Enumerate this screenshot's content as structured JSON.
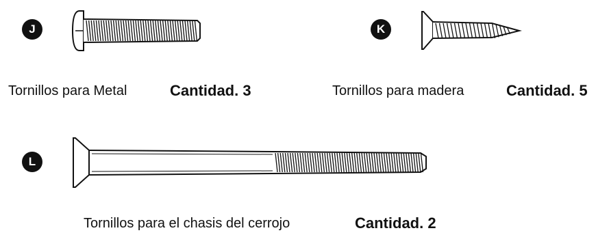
{
  "items": [
    {
      "letter": "J",
      "icon": "machine-screw-pan-head-icon",
      "caption": "Tornillos para Metal",
      "quantity": "Cantidad. 3"
    },
    {
      "letter": "K",
      "icon": "wood-screw-flat-head-icon",
      "caption": "Tornillos para madera",
      "quantity": "Cantidad. 5"
    },
    {
      "letter": "L",
      "icon": "long-flat-head-bolt-icon",
      "caption": "Tornillos para el chasis del cerrojo",
      "quantity": "Cantidad. 2"
    }
  ],
  "colors": {
    "ink": "#111111",
    "background": "#ffffff"
  }
}
